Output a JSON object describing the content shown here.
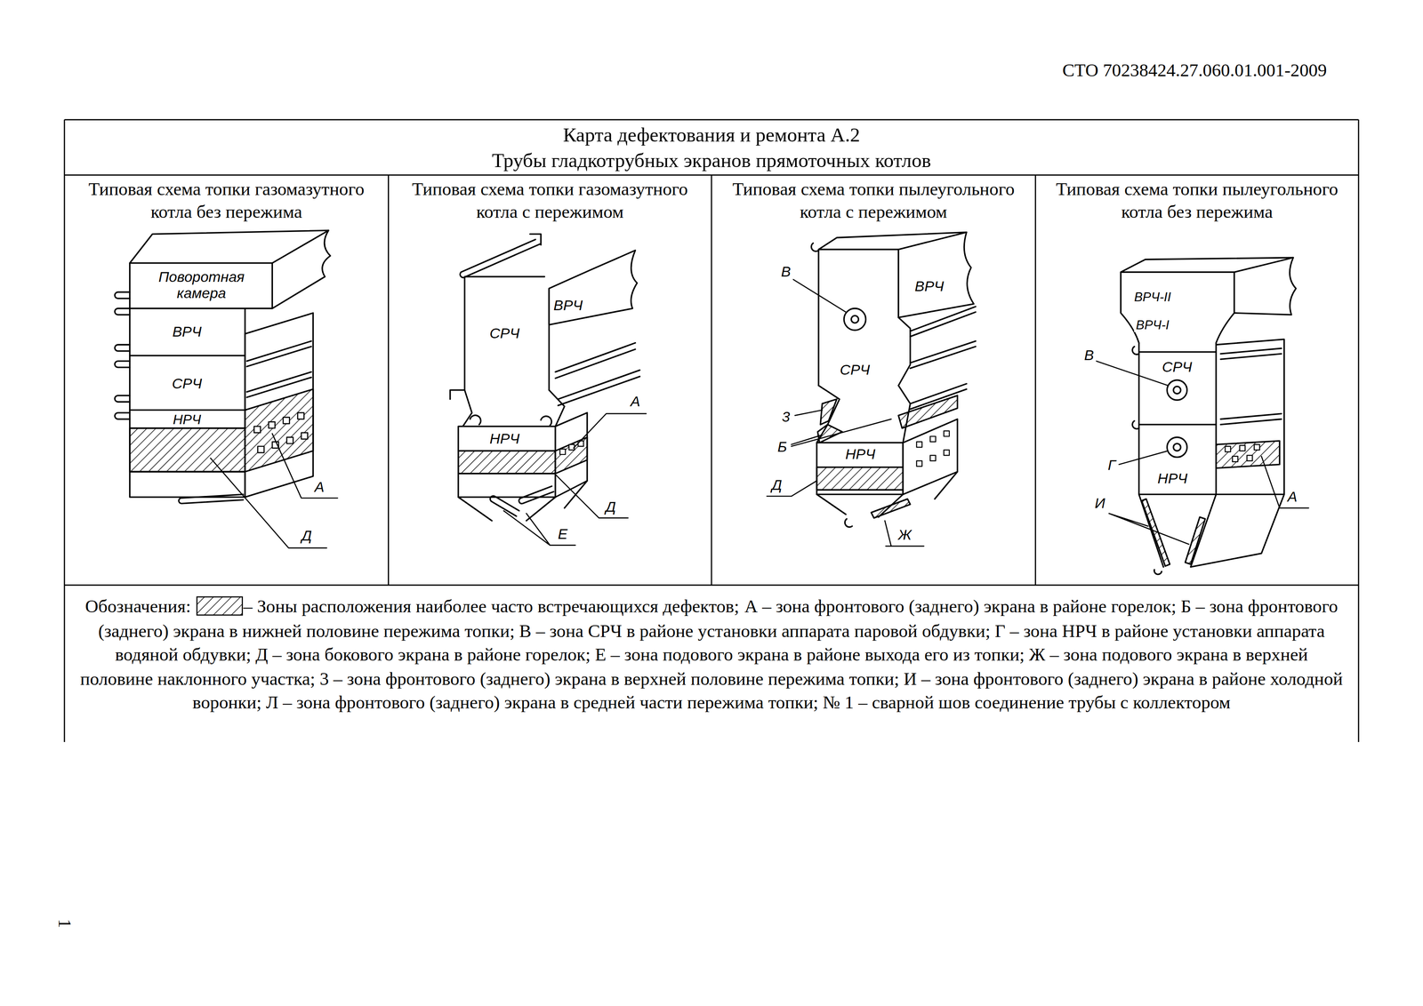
{
  "diagram": {
    "nodes": [
      {
        "text": [
          "Карта дефектования и ремонта А.2",
          "Трубы гладкотрубных экранов прямоточных котлов"
        ]
      },
      {
        "text": [
          "Типовая схема топки газомазутного котла без пережима"
        ]
      },
      {
        "text": [
          "Типовая схема топки газомазутного котла с пережимом"
        ]
      },
      {
        "text": [
          "Типовая схема топки пылеугольного котла с пережимом"
        ]
      },
      {
        "text": [
          "Типовая схема топки пылеугольного котла без пережима"
        ]
      },
      {
        "text": [
          "Обозначения:",
          "А – зона фронтового (заднего) экрана в районе горелок; Б – зона фронтового (заднего) экрана в нижней половине пережима топки; В – зона СРЧ в районе установки аппарата паровой обдувки; Г – зона НРЧ в районе установки аппарата водяной обдувки; Д – зона бокового экрана в районе горелок; Е – зона подового экрана в районе выхода его из топки; Ж – зона подового экрана в верхней половине наклонного участка; 3 – зона фронтового (заднего) экрана в верхней половине пережима топки; И – зона фронтового (заднего) экрана в районе холодной воронки; Л – зона фронтового (заднего) экрана в средней части пережима топки; № 1 – сварной шов соединение трубы с коллектором"
        ]
      }
    ],
    "labels": [
      "СТО 70238424.27.060.01.001-2009",
      "Поворотная камера",
      "ВРЧ",
      "СРЧ",
      "НРЧ",
      "А",
      "Д",
      "ВРЧ",
      "СРЧ",
      "А",
      "НРЧ",
      "Д",
      "Е",
      "В",
      "ВРЧ",
      "СРЧ",
      "3",
      "Б",
      "НРЧ",
      "Д",
      "Ж",
      "ВРЧ-II",
      "ВРЧ-I",
      "В",
      "СРЧ",
      "Г",
      "НРЧ",
      "А",
      "И",
      "1"
    ],
    "legend": [
      {
        "text": "– Зоны расположения наиболее часто встречающихся дефектов;"
      }
    ]
  }
}
